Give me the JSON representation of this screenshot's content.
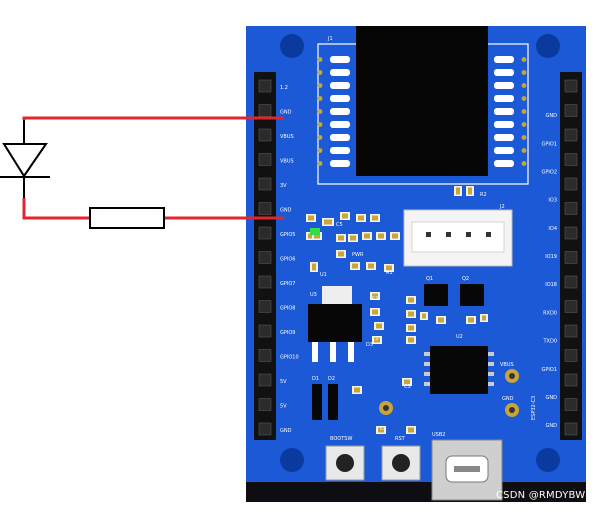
{
  "diagram": {
    "components": {
      "diode": "diode-symbol",
      "resistor": "resistor-symbol",
      "board": "dev-board"
    },
    "left_header_labels": [
      "1.2",
      "GND",
      "VBUS",
      "VBUS",
      "3V",
      "GND",
      "GPIO5",
      "GPIO6",
      "GPIO7",
      "GPIO8",
      "GPIO9",
      "GPIO10",
      "5V",
      "5V",
      "GND"
    ],
    "right_header_labels": [
      "",
      "GND",
      "GPIO1",
      "GPIO2",
      "IO3",
      "IO4",
      "IO19",
      "IO18",
      "RXD0",
      "TXD0",
      "GPIO1",
      "GND",
      "GND"
    ],
    "board_silk": {
      "u1_label": "U1",
      "u2_label": "U2",
      "u3_label": "U3",
      "bootsw_label": "BOOTSW",
      "rst_label": "RST",
      "usb_label": "USB2",
      "gnd_label": "GND",
      "vbus_label": "VBUS",
      "pwr_label": "PWR",
      "r1_label": "R1",
      "r2_label": "R2",
      "c1_label": "C1",
      "c2_label": "C2",
      "c3_label": "C3",
      "c4_label": "C4",
      "c5_label": "C5",
      "d1_label": "D1",
      "d2_label": "D2",
      "q1_label": "Q1",
      "q2_label": "Q2",
      "j1_label": "J1",
      "j2_label": "J2",
      "d3_label": "D3",
      "board_name": "ESP32-C3"
    },
    "watermark": "CSDN @RMDYBW"
  },
  "colors": {
    "board_blue": "#1b59d6",
    "board_dark": "#0a2f7d",
    "wire_red": "#e0262c",
    "header_black": "#111111",
    "pad_gold": "#c9a436"
  }
}
